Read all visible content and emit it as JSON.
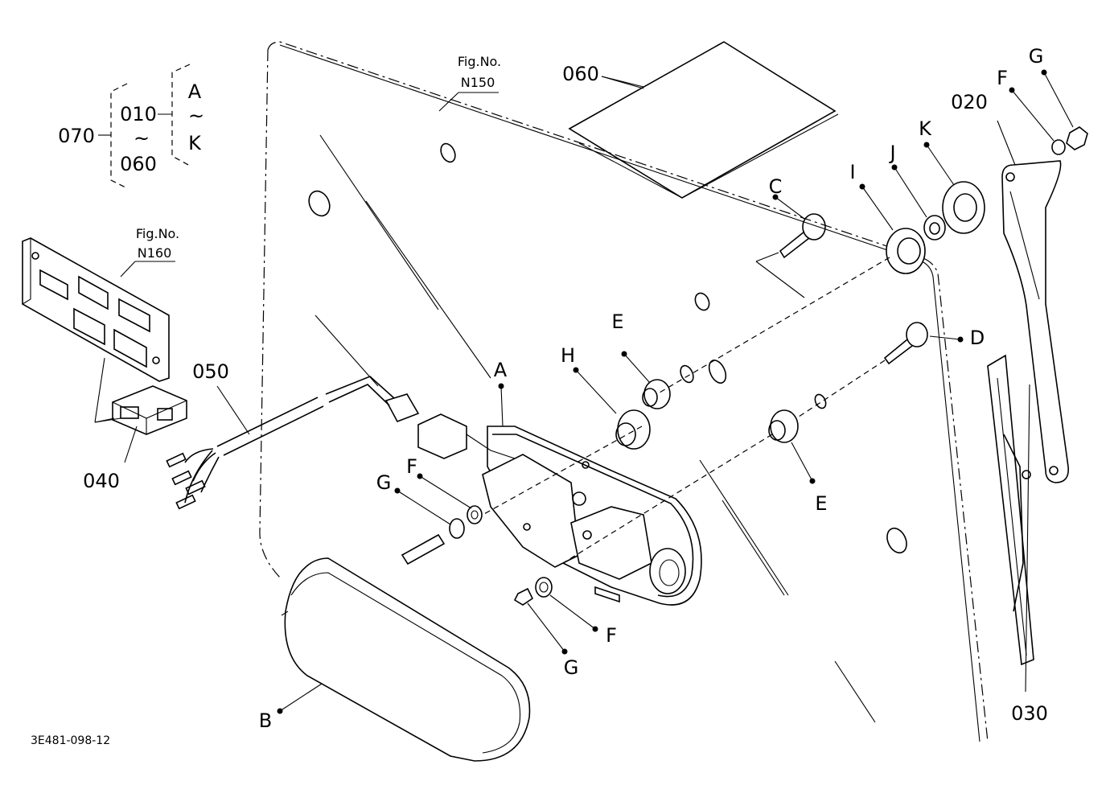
{
  "callouts": {
    "fig_no": "Fig.No.",
    "fig_n150": "N150",
    "fig_n160": "N160",
    "p060_top": "060",
    "p070": "070",
    "p010": "010",
    "tilde": "~",
    "p060_bracket": "060",
    "range_a": "A",
    "range_k": "K",
    "p020": "020",
    "p030": "030",
    "p040": "040",
    "p050": "050",
    "A": "A",
    "B": "B",
    "C": "C",
    "D": "D",
    "E": "E",
    "F": "F",
    "G": "G",
    "H": "H",
    "I": "I",
    "J": "J",
    "K": "K"
  },
  "drawing_code": "3E481-098-12"
}
